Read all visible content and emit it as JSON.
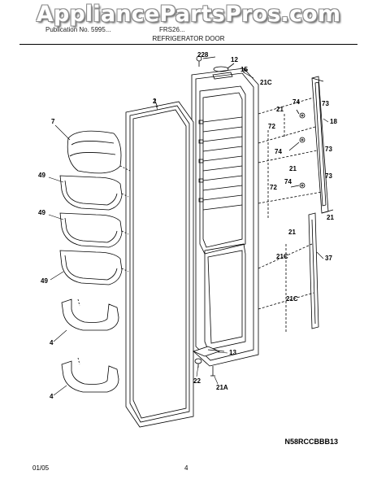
{
  "watermark": "AppliancePartsPros.com",
  "header": {
    "left": "Publication No. 5995...",
    "middle": "FRS26...",
    "title": "REFRIGERATOR DOOR"
  },
  "callouts": {
    "c228": "228",
    "c12": "12",
    "c15": "15",
    "c2": "2",
    "c7": "7",
    "c21c_top": "21C",
    "c21_a": "21",
    "c74_a": "74",
    "c73_a": "73",
    "c18": "18",
    "c72_a": "72",
    "c74_b": "74",
    "c73_b": "73",
    "c21_b": "21",
    "c74_c": "74",
    "c73_c": "73",
    "c72_b": "72",
    "c21_c": "21",
    "c21_d": "21",
    "c49_a": "49",
    "c49_b": "49",
    "c49_c": "49",
    "c37": "37",
    "c21c_mid": "21C",
    "c21c_low": "21C",
    "c4_a": "4",
    "c4_b": "4",
    "c13": "13",
    "c22": "22",
    "c21a": "21A"
  },
  "model_code": "N58RCCBBB13",
  "footer": {
    "date": "01/05",
    "page": "4"
  }
}
